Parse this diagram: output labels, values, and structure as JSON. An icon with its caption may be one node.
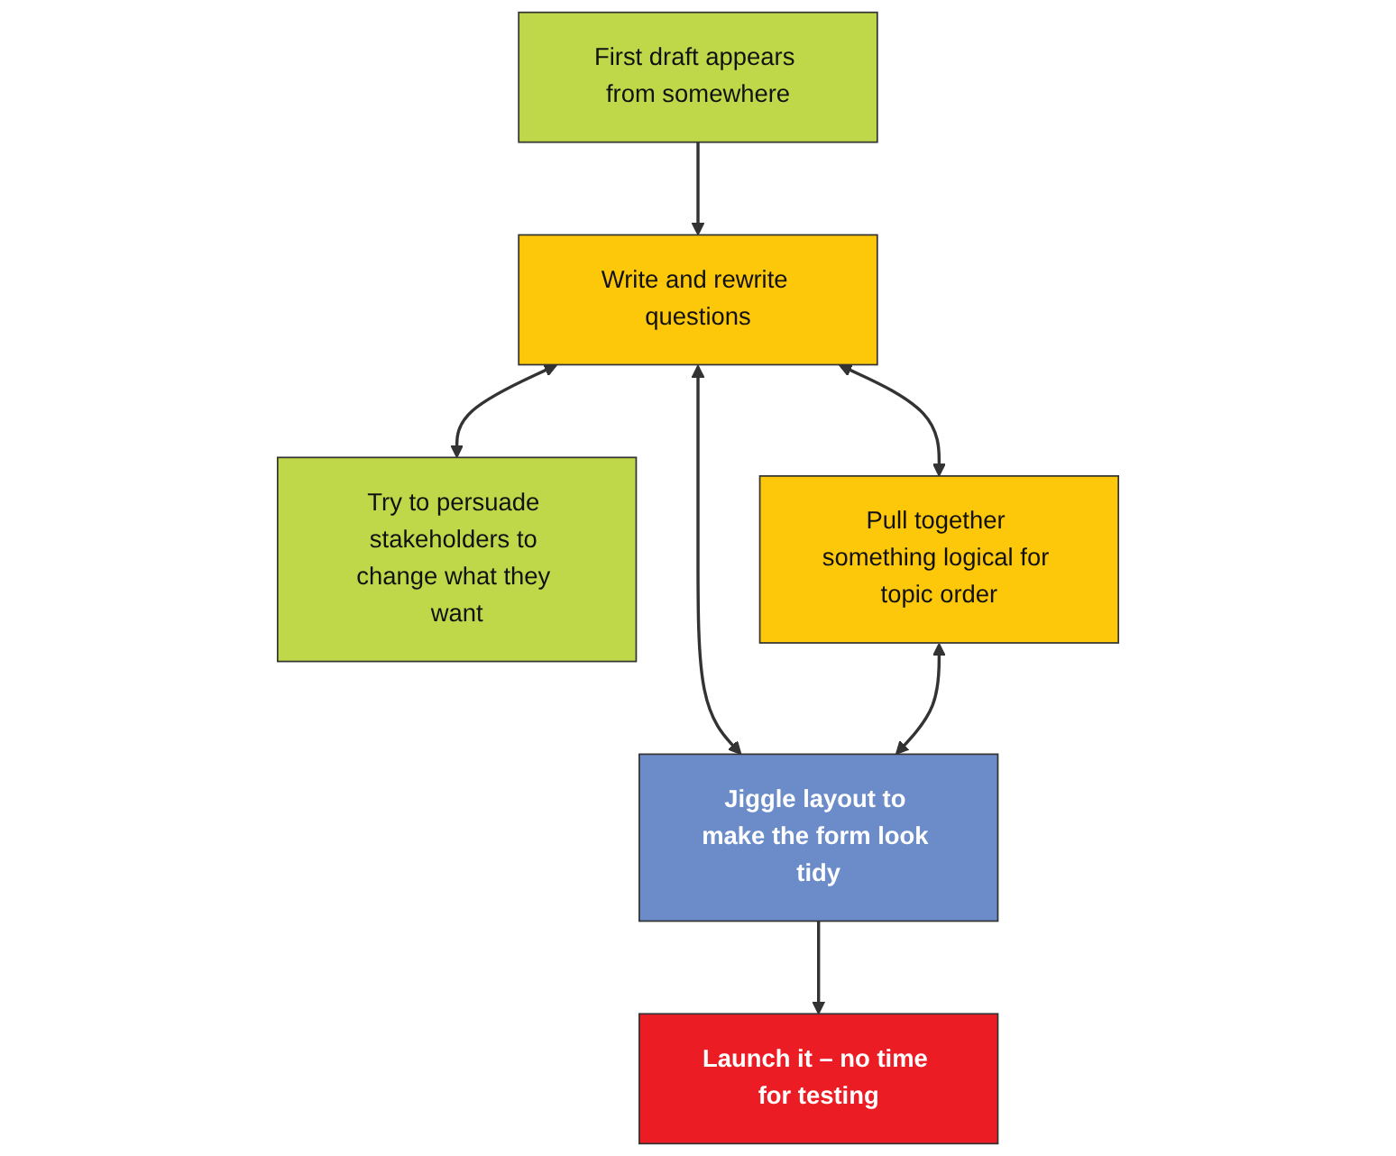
{
  "diagram": {
    "nodes": [
      {
        "text": [
          "First draft appears from somewhere"
        ]
      },
      {
        "text": [
          "Try to persuade stakeholders to change what they want"
        ]
      },
      {
        "text": [
          "Write and rewrite questions"
        ]
      },
      {
        "text": [
          "Pull together something logical for topic order"
        ]
      },
      {
        "text": [
          "Jiggle layout to make the form look tidy"
        ]
      },
      {
        "text": [
          "Launch it – no time for testing"
        ]
      }
    ],
    "edges": [
      {
        "from": 0,
        "to": 2,
        "arrow": "to"
      },
      {
        "from": 2,
        "to": 1,
        "arrow": "both"
      },
      {
        "from": 2,
        "to": 3,
        "arrow": "both"
      },
      {
        "from": 2,
        "to": 4,
        "arrow": "both"
      },
      {
        "from": 3,
        "to": 4,
        "arrow": "both"
      },
      {
        "from": 4,
        "to": 5,
        "arrow": "to"
      }
    ]
  }
}
